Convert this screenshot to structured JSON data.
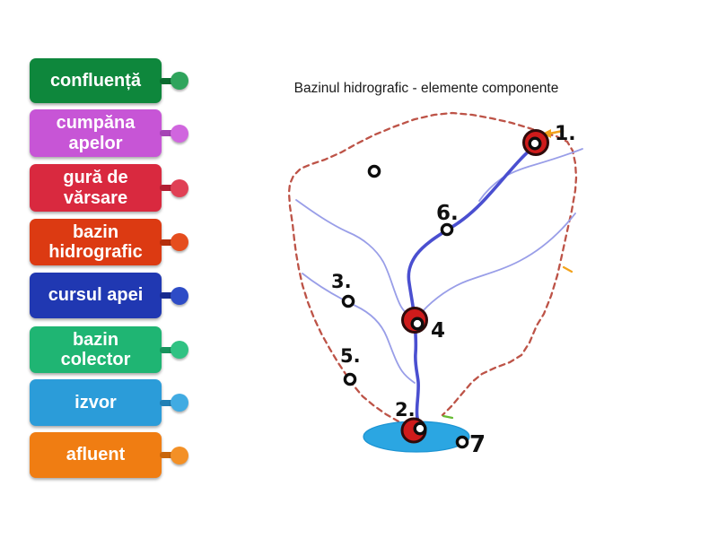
{
  "labels": {
    "items": [
      {
        "text": "confluență",
        "bg": "#0E873C",
        "dot": "#2FA45C",
        "stem": "#0B6B30"
      },
      {
        "text": "cumpăna apelor",
        "bg": "#C755D6",
        "dot": "#D066DE",
        "stem": "#A544B5"
      },
      {
        "text": "gură de vărsare",
        "bg": "#D9293F",
        "dot": "#E04055",
        "stem": "#B21F33"
      },
      {
        "text": "bazin hidrografic",
        "bg": "#DC3A12",
        "dot": "#E54D1E",
        "stem": "#B52F0D"
      },
      {
        "text": "cursul apei",
        "bg": "#2038B2",
        "dot": "#2E4CC6",
        "stem": "#192C90"
      },
      {
        "text": "bazin colector",
        "bg": "#1FB573",
        "dot": "#30C283",
        "stem": "#18935D"
      },
      {
        "text": "izvor",
        "bg": "#2B9CD9",
        "dot": "#41ABE2",
        "stem": "#2280B5"
      },
      {
        "text": "afluent",
        "bg": "#F07D12",
        "dot": "#F39026",
        "stem": "#C9670D"
      }
    ]
  },
  "diagram": {
    "title": "Bazinul hidrografic - elemente componente",
    "spots": [
      {
        "number": "1."
      },
      {
        "number": "2."
      },
      {
        "number": "3."
      },
      {
        "number": "4"
      },
      {
        "number": "5."
      },
      {
        "number": "6."
      },
      {
        "number": "7"
      },
      {
        "number": ""
      }
    ]
  },
  "colors": {
    "boundary": "#BD5347",
    "river_main": "#4A4FD0",
    "river_minor": "#999EE8",
    "lake": "#2BA6E2",
    "lake_edge": "#1B93D2",
    "marker_red": "#CE1B1B",
    "marker_ring": "#2E0A0A",
    "target_fill": "#FFFFFF",
    "target_ring": "#0D0D0D",
    "arrow": "#F2A21B",
    "tick_green": "#66BB33",
    "tick_orange": "#F2A21B"
  }
}
